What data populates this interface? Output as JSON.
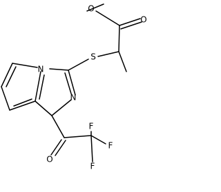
{
  "molecule": {
    "atoms": {
      "ester_oxygen": "O",
      "carbonyl_oxygen_ester": "O",
      "sulfur": "S",
      "ring_nitrogen": "N",
      "imidazole_nitrogen": "N",
      "ketone_oxygen": "O",
      "fluorine_1": "F",
      "fluorine_2": "F",
      "fluorine_3": "F"
    }
  }
}
